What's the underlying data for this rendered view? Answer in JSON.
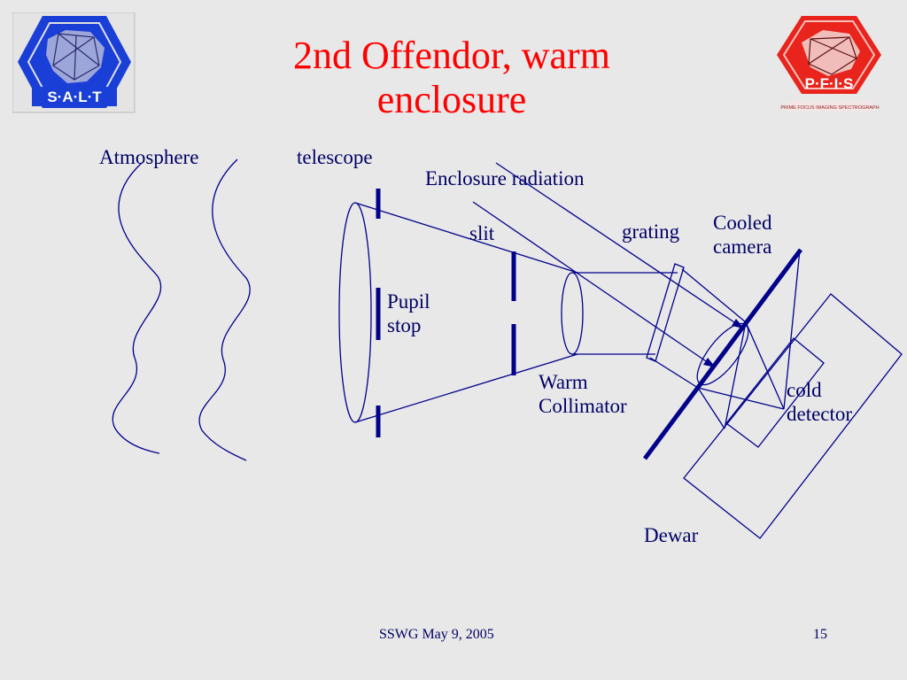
{
  "slide": {
    "title_line1": "2nd Offendor, warm",
    "title_line2": "enclosure",
    "footer_left": "SSWG  May 9, 2005",
    "page_number": "15"
  },
  "logos": {
    "left": {
      "text": "S·A·L·T",
      "color": "#1a3fd6",
      "icon": "salt-logo"
    },
    "right": {
      "text": "P·F·I·S",
      "subtitle": "PRIME FOCUS IMAGING SPECTROGRAPH",
      "color": "#e8241c",
      "icon": "pfis-logo"
    }
  },
  "diagram": {
    "labels": {
      "atmosphere": "Atmosphere",
      "telescope": "telescope",
      "enclosure_radiation": "Enclosure radiation",
      "slit": "slit",
      "grating": "grating",
      "cooled_camera_1": "Cooled",
      "cooled_camera_2": "camera",
      "pupil_stop_1": "Pupil",
      "pupil_stop_2": "stop",
      "warm_collimator_1": "Warm",
      "warm_collimator_2": "Collimator",
      "cold_detector_1": "cold",
      "detector_2": "detector",
      "dewar": "Dewar"
    },
    "line_color": "#00008b"
  }
}
